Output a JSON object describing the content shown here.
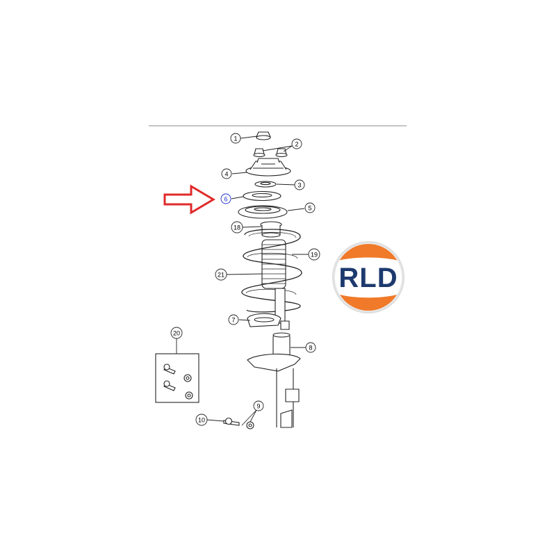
{
  "diagram": {
    "callouts": [
      {
        "id": "c1",
        "label": "1"
      },
      {
        "id": "c2",
        "label": "2"
      },
      {
        "id": "c3",
        "label": "3"
      },
      {
        "id": "c4",
        "label": "4"
      },
      {
        "id": "c5",
        "label": "5"
      },
      {
        "id": "c6",
        "label": "6",
        "highlighted": true
      },
      {
        "id": "c7",
        "label": "7"
      },
      {
        "id": "c8",
        "label": "8"
      },
      {
        "id": "c9",
        "label": "9"
      },
      {
        "id": "c10",
        "label": "10"
      },
      {
        "id": "c18",
        "label": "18"
      },
      {
        "id": "c19",
        "label": "19"
      },
      {
        "id": "c20",
        "label": "20"
      },
      {
        "id": "c21",
        "label": "21"
      }
    ],
    "highlight_color": "#1a2fcf",
    "arrow_color": "#e02a2a",
    "line_color": "#222222"
  },
  "logo": {
    "text": "RLD",
    "text_color": "#1d3a6e",
    "top_color": "#f07a2a",
    "bottom_color": "#f07a2a"
  }
}
